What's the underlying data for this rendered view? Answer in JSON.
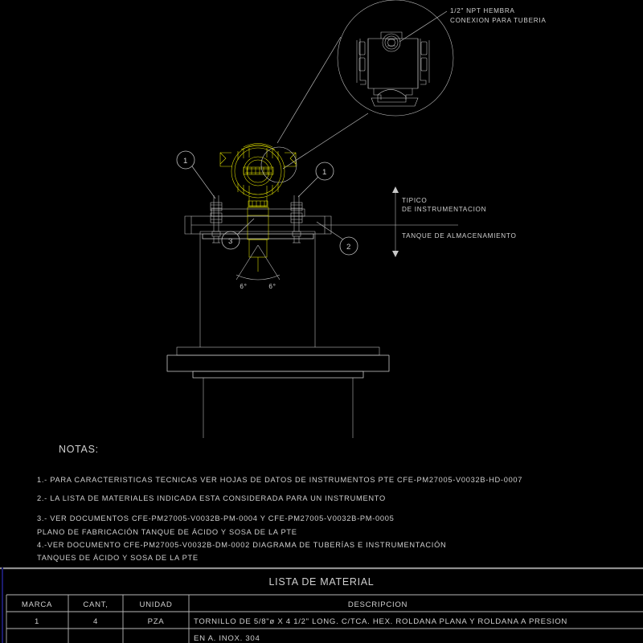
{
  "drawing": {
    "detail_callout": {
      "label_line1": "1/2\" NPT HEMBRA",
      "label_line2": "CONEXION PARA TUBERIA"
    },
    "right_labels": {
      "tipico_line1": "TIPICO",
      "tipico_line2": "DE  INSTRUMENTACION",
      "tanque": "TANQUE  DE  ALMACENAMIENTO"
    },
    "balloons": [
      {
        "id": "b1-left",
        "text": "1"
      },
      {
        "id": "b1-right",
        "text": "1"
      },
      {
        "id": "b2",
        "text": "2"
      },
      {
        "id": "b3",
        "text": "3"
      }
    ],
    "angles": {
      "left": "6°",
      "right": "6°"
    }
  },
  "notes": {
    "heading": "NOTAS:",
    "items": [
      "1.- PARA CARACTERISTICAS TECNICAS VER HOJAS DE DATOS DE INSTRUMENTOS PTE CFE-PM27005-V0032B-HD-0007",
      "2.- LA LISTA DE MATERIALES INDICADA ESTA CONSIDERADA PARA UN INSTRUMENTO",
      "3.- VER DOCUMENTOS CFE-PM27005-V0032B-PM-0004 Y CFE-PM27005-V0032B-PM-0005",
      "PLANO DE FABRICACIÓN TANQUE DE ÁCIDO Y SOSA DE LA PTE",
      "4.-VER DOCUMENTO CFE-PM27005-V0032B-DM-0002 DIAGRAMA DE TUBERÍAS E INSTRUMENTACIÓN",
      "TANQUES DE ÁCIDO Y SOSA DE LA PTE"
    ]
  },
  "material_list": {
    "title": "LISTA DE MATERIAL",
    "headers": [
      "MARCA",
      "CANT,",
      "UNIDAD",
      "DESCRIPCION"
    ],
    "rows": [
      {
        "marca": "1",
        "cant": "4",
        "unidad": "PZA",
        "descripcion": "TORNILLO DE 5/8\"ø X 4 1/2\" LONG. C/TCA. HEX.  ROLDANA PLANA Y ROLDANA A PRESION"
      },
      {
        "marca": "",
        "cant": "",
        "unidad": "",
        "descripcion": "EN A. INOX. 304"
      }
    ]
  },
  "colors": {
    "background": "#000000",
    "line_white": "#c8c8c8",
    "line_yellow": "#e8e800",
    "text": "#cfcfcf",
    "table_line": "#b8b8b8",
    "divider_gray": "#8e8e8e",
    "edge_blue": "#1b1b6e"
  }
}
